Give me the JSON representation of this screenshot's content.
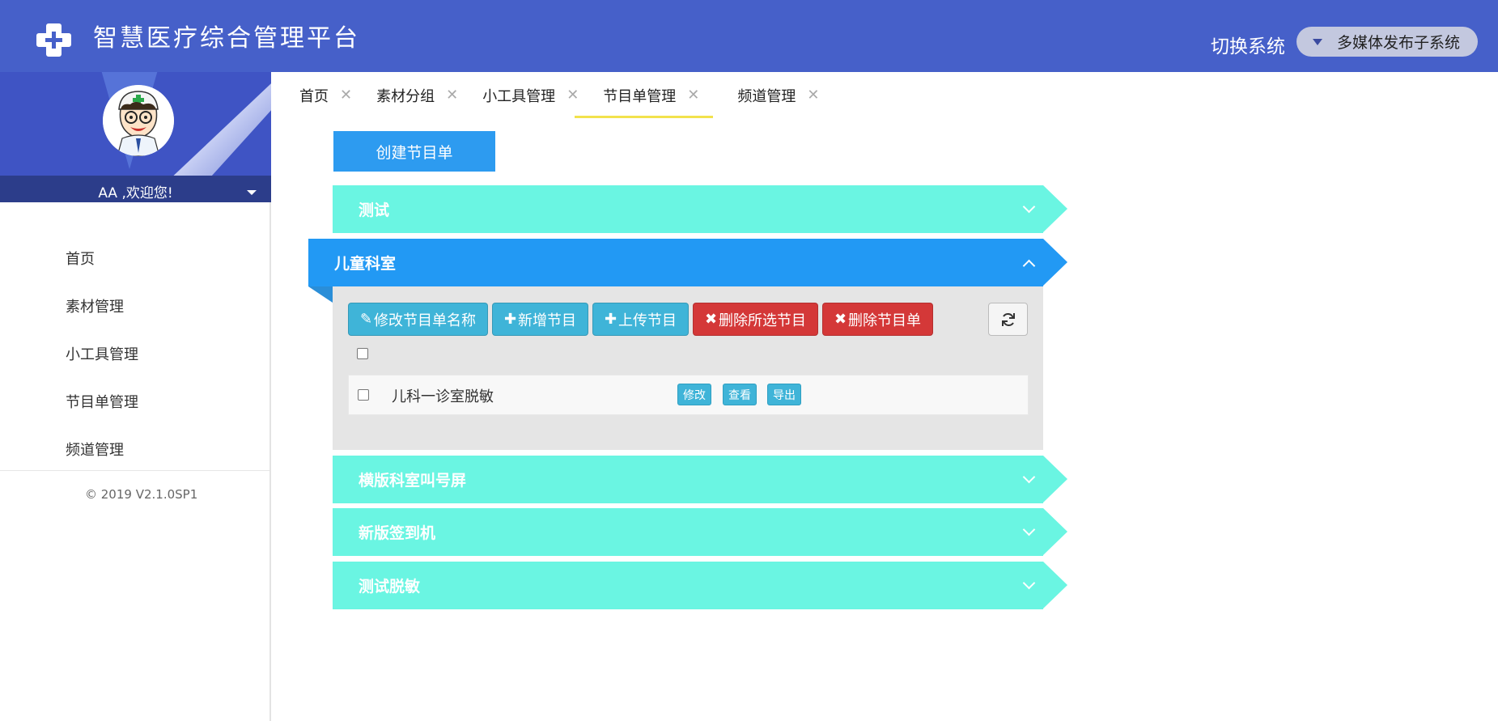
{
  "header": {
    "title": "智慧医疗综合管理平台",
    "switch_label": "切换系统",
    "system_select": {
      "value": "多媒体发布子系统"
    }
  },
  "sidebar": {
    "welcome": "AA ,欢迎您!",
    "nav": [
      {
        "label": "首页"
      },
      {
        "label": "素材管理"
      },
      {
        "label": "小工具管理"
      },
      {
        "label": "节目单管理"
      },
      {
        "label": "频道管理"
      }
    ],
    "copyright": "© 2019 V2.1.0SP1"
  },
  "tabs": [
    {
      "label": "首页"
    },
    {
      "label": "素材分组"
    },
    {
      "label": "小工具管理"
    },
    {
      "label": "节目单管理",
      "active": true
    },
    {
      "label": "频道管理"
    }
  ],
  "main": {
    "create_label": "创建节目单",
    "playlists": [
      {
        "title": "测试",
        "expanded": false
      },
      {
        "title": "儿童科室",
        "expanded": true
      },
      {
        "title": "横版科室叫号屏",
        "expanded": false
      },
      {
        "title": "新版签到机",
        "expanded": false
      },
      {
        "title": "测试脱敏",
        "expanded": false
      }
    ],
    "toolbar": {
      "rename_label": "修改节目单名称",
      "add_label": "新增节目",
      "upload_label": "上传节目",
      "delete_selected_label": "删除所选节目",
      "delete_playlist_label": "删除节目单"
    },
    "programs": [
      {
        "name": "儿科一诊室脱敏",
        "edit_label": "修改",
        "view_label": "查看",
        "export_label": "导出"
      }
    ]
  },
  "colors": {
    "header_bg": "#4660c9",
    "banner": "#6af5e2",
    "banner_active": "#2299f4",
    "primary": "#2d9bf0",
    "info": "#3fb4d8",
    "danger": "#d43838",
    "tab_indicator": "#f2e24c"
  }
}
